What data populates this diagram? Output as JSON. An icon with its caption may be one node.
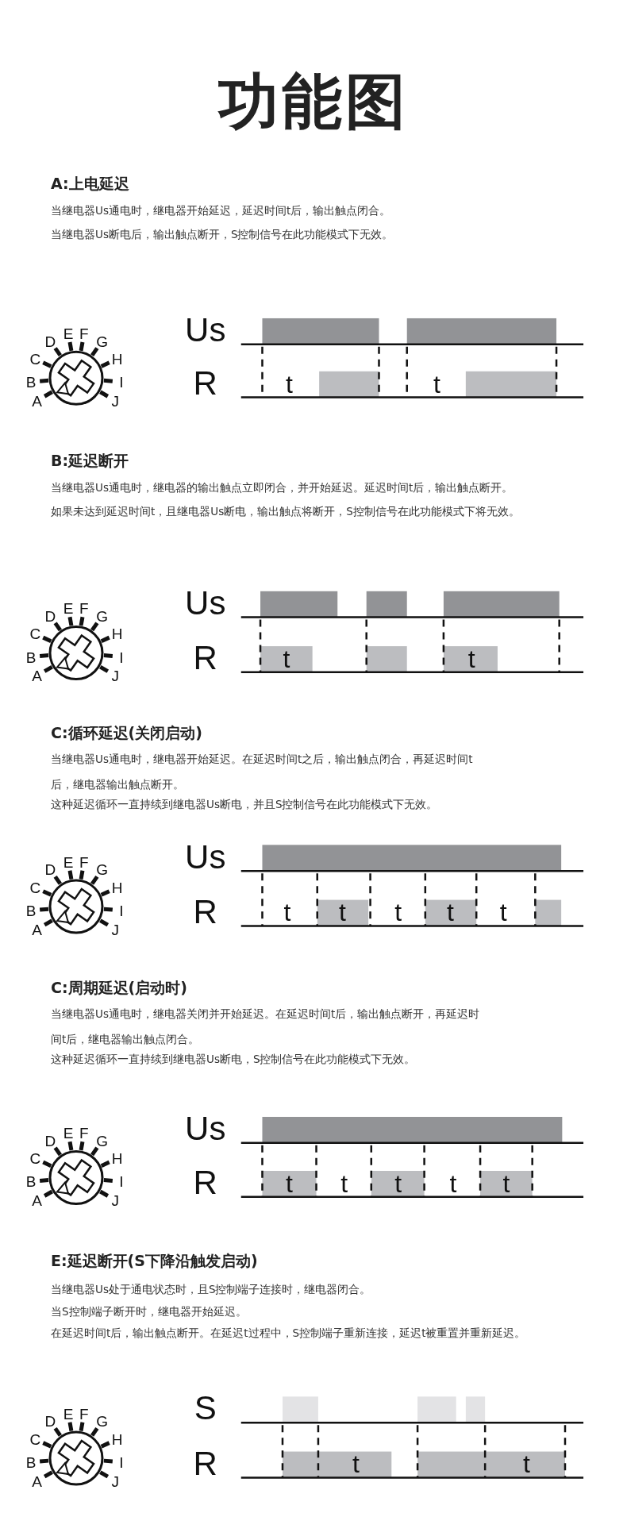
{
  "diagram": {
    "title": "功能图",
    "labels": [
      "A:上电延迟",
      "当继电器Us通电时，继电器开始延迟，延迟时间t后，输出触点闭合。",
      "当继电器Us断电后，输出触点断开，S控制信号在此功能模式下无效。",
      "A",
      "B",
      "C",
      "D",
      "E",
      "F",
      "G",
      "H",
      "I",
      "J",
      "Us",
      "R",
      "t",
      "t",
      "B:延迟断开",
      "当继电器Us通电时，继电器的输出触点立即闭合，并开始延迟。延迟时间t后，输出触点断开。",
      "如果未达到延迟时间t，且继电器Us断电，输出触点将断开，S控制信号在此功能模式下将无效。",
      "A",
      "B",
      "C",
      "D",
      "E",
      "F",
      "G",
      "H",
      "I",
      "J",
      "Us",
      "R",
      "t",
      "t",
      "C:循环延迟(关闭启动)",
      "当继电器Us通电时，继电器开始延迟。在延迟时间t之后，输出触点闭合，再延迟时间t后，继电器输出触点断开。",
      "这种延迟循环一直持续到继电器Us断电，并且S控制信号在此功能模式下无效。",
      "A",
      "B",
      "C",
      "D",
      "E",
      "F",
      "G",
      "H",
      "I",
      "J",
      "Us",
      "R",
      "t",
      "t",
      "t",
      "t",
      "t",
      "C:周期延迟(启动时)",
      "当继电器Us通电时，继电器关闭并开始延迟。在延迟时间t后，输出触点断开，再延迟时间t后，继电器输出触点闭合。",
      "这种延迟循环一直持续到继电器Us断电，S控制信号在此功能模式下无效。",
      "A",
      "B",
      "C",
      "D",
      "E",
      "F",
      "G",
      "H",
      "I",
      "J",
      "Us",
      "R",
      "t",
      "t",
      "t",
      "t",
      "t",
      "E:延迟断开(S下降沿触发启动)",
      "当继电器Us处于通电状态时，且S控制端子连接时，继电器闭合。",
      "当S控制端子断开时，继电器开始延迟。",
      "在延迟时间t后，输出触点断开。在延迟t过程中，S控制端子重新连接，延迟t被重置并重新延迟。",
      "A",
      "B",
      "C",
      "D",
      "E",
      "F",
      "G",
      "H",
      "I",
      "J",
      "S",
      "R",
      "t",
      "t"
    ]
  }
}
